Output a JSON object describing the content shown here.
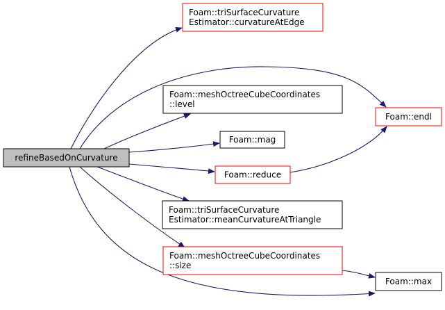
{
  "colors": {
    "edge": "#191970",
    "node_border_default": "#000000",
    "node_border_highlight": "#ff0000",
    "root_fill": "#bfbfbf",
    "node_fill": "#ffffff"
  },
  "root": {
    "lines": [
      "refineBasedOnCurvature"
    ]
  },
  "nodes": [
    {
      "id": "curvatureAtEdge",
      "lines": [
        "Foam::triSurfaceCurvature",
        "Estimator::curvatureAtEdge"
      ],
      "border": "red"
    },
    {
      "id": "level",
      "lines": [
        "Foam::meshOctreeCubeCoordinates",
        "::level"
      ],
      "border": "black"
    },
    {
      "id": "mag",
      "lines": [
        "Foam::mag"
      ],
      "border": "black"
    },
    {
      "id": "reduce",
      "lines": [
        "Foam::reduce"
      ],
      "border": "red"
    },
    {
      "id": "meanCurvatureAtTriangle",
      "lines": [
        "Foam::triSurfaceCurvature",
        "Estimator::meanCurvatureAtTriangle"
      ],
      "border": "black"
    },
    {
      "id": "size",
      "lines": [
        "Foam::meshOctreeCubeCoordinates",
        "::size"
      ],
      "border": "red"
    },
    {
      "id": "endl",
      "lines": [
        "Foam::endl"
      ],
      "border": "red"
    },
    {
      "id": "max",
      "lines": [
        "Foam::max"
      ],
      "border": "black"
    }
  ],
  "edges": [
    {
      "from": "root",
      "to": "curvatureAtEdge"
    },
    {
      "from": "root",
      "to": "endl"
    },
    {
      "from": "root",
      "to": "level"
    },
    {
      "from": "root",
      "to": "mag"
    },
    {
      "from": "root",
      "to": "reduce"
    },
    {
      "from": "root",
      "to": "meanCurvatureAtTriangle"
    },
    {
      "from": "root",
      "to": "size"
    },
    {
      "from": "root",
      "to": "max"
    },
    {
      "from": "reduce",
      "to": "endl"
    },
    {
      "from": "size",
      "to": "max"
    }
  ]
}
